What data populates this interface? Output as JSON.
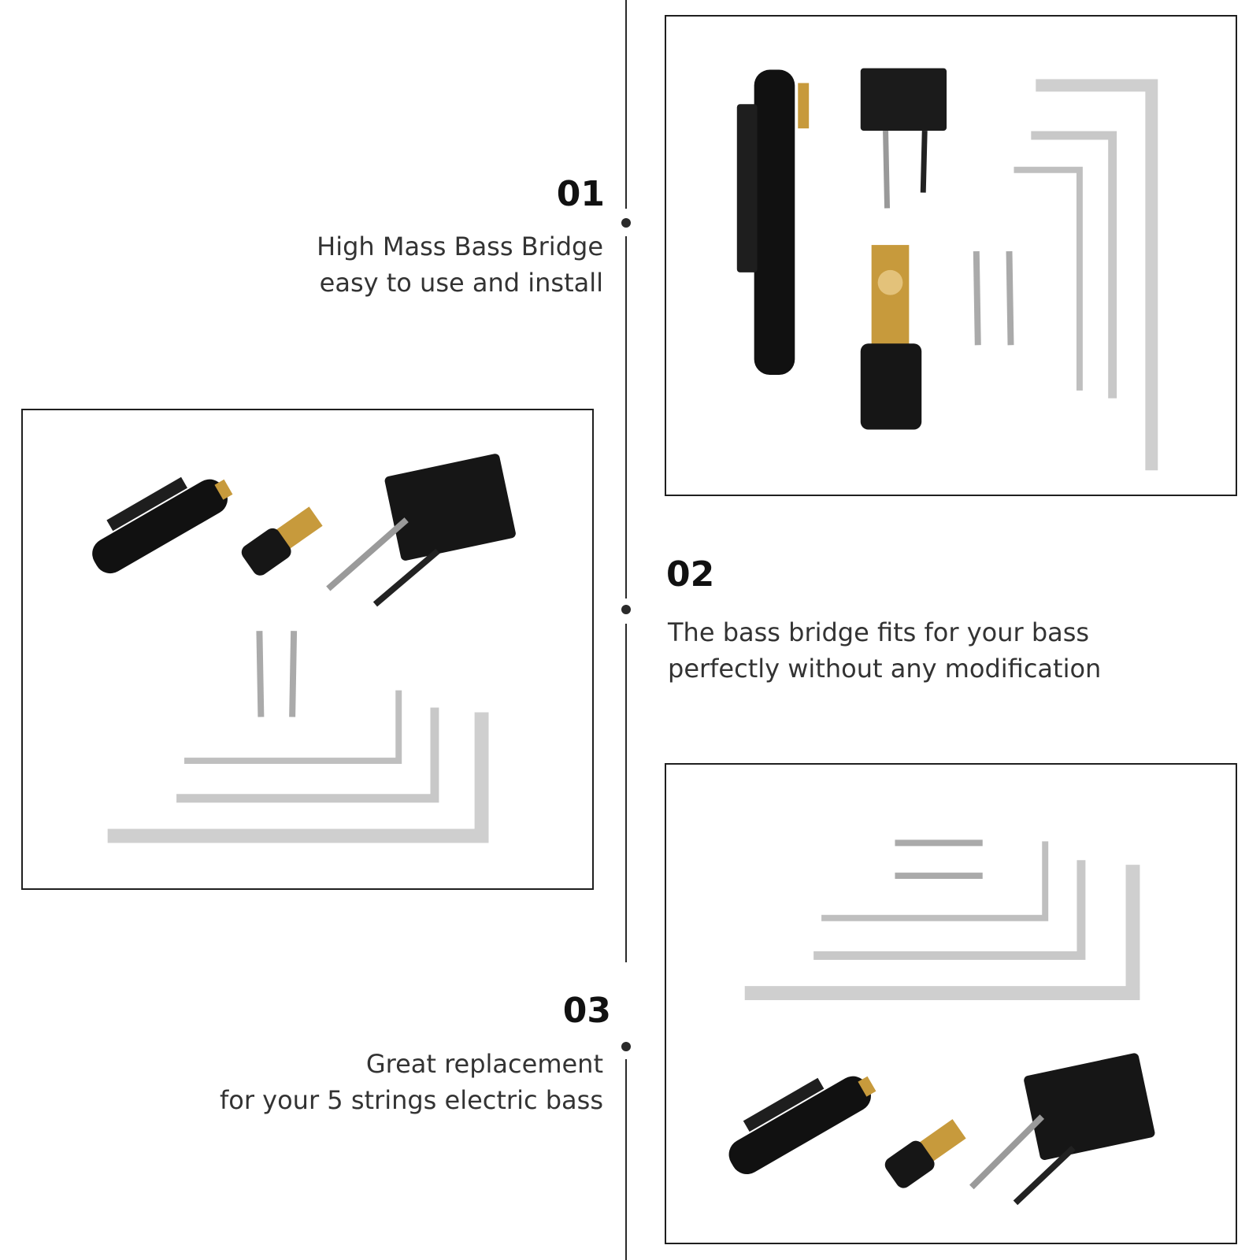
{
  "features": [
    {
      "number": "01",
      "lines": [
        "High Mass Bass Bridge",
        "easy to use and install"
      ]
    },
    {
      "number": "02",
      "lines": [
        "The bass bridge fits for your bass",
        "perfectly without any modification"
      ]
    },
    {
      "number": "03",
      "lines": [
        "Great replacement",
        "for your 5 strings electric bass"
      ]
    }
  ],
  "colors": {
    "black_part": "#111111",
    "brass": "#c79a3c",
    "steel": "#bfbfbf",
    "line": "#2a2a2a"
  }
}
